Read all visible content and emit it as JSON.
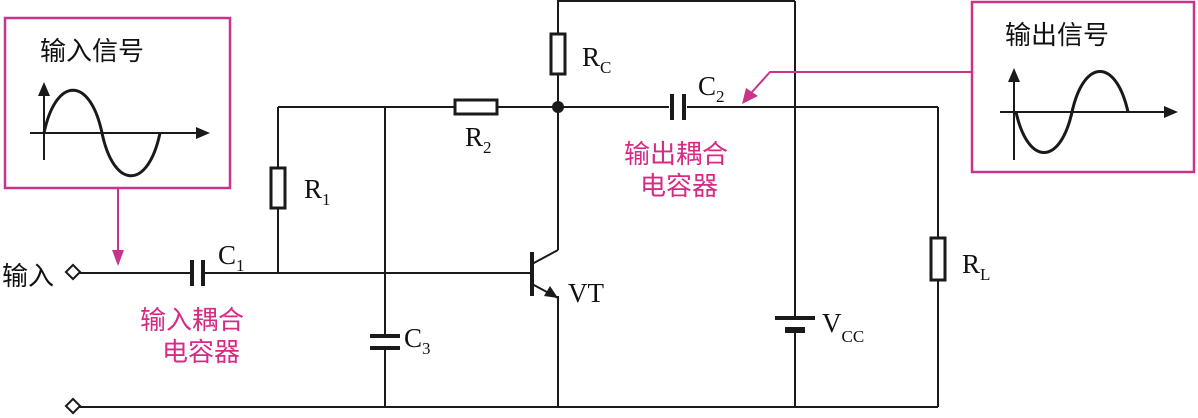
{
  "input_box": {
    "title": "输入信号"
  },
  "output_box": {
    "title": "输出信号"
  },
  "terminal": {
    "input_label": "输入"
  },
  "input_capacitor": {
    "name": "C",
    "sub": "1",
    "caption_line1": "输入耦合",
    "caption_line2": "电容器"
  },
  "output_capacitor": {
    "name": "C",
    "sub": "2",
    "caption_line1": "输出耦合",
    "caption_line2": "电容器"
  },
  "capacitor_c3": {
    "name": "C",
    "sub": "3"
  },
  "resistor_r1": {
    "name": "R",
    "sub": "1"
  },
  "resistor_r2": {
    "name": "R",
    "sub": "2"
  },
  "resistor_rc": {
    "name": "R",
    "sub": "C"
  },
  "resistor_rl": {
    "name": "R",
    "sub": "L"
  },
  "transistor": {
    "name": "VT"
  },
  "supply": {
    "name": "V",
    "sub": "CC"
  },
  "colors": {
    "annotation": "#d62a86",
    "box_border": "#c9338a",
    "wire": "#1a1a1a"
  }
}
